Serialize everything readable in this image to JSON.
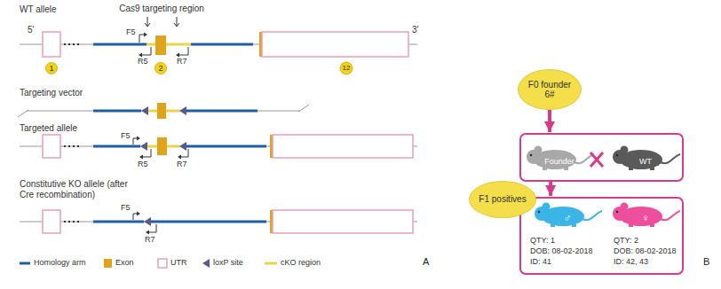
{
  "diagram": {
    "nodes": [
      {
        "text": [
          "F0 founder",
          "6#"
        ]
      },
      {
        "text": [
          "Founder",
          "WT"
        ]
      },
      {
        "text": [
          "F1 positives"
        ]
      },
      {
        "text": [
          "♂",
          "♀",
          "QTY: 1",
          "DOB: 08-02-2018",
          "ID: 41",
          "QTY: 2",
          "DOB: 08-02-2018",
          "ID: 42, 43"
        ]
      }
    ],
    "edges": [
      {
        "from": 0,
        "to": 1,
        "arrow": "to"
      },
      {
        "from": 1,
        "to": 3,
        "arrow": "to"
      }
    ],
    "labels": [
      "WT allele",
      "Cas9 targeting region",
      "5′",
      "3′",
      "F5",
      "R5",
      "R7",
      "1",
      "2",
      "12",
      "Targeting vector",
      "Targeted allele",
      "F5",
      "R5",
      "R7",
      "Constitutive KO allele (after Cre recombination)",
      "F5",
      "R7",
      "A",
      "B"
    ],
    "legend": [
      {
        "text": "Homology arm"
      },
      {
        "text": "Exon",
        "color": "#e0a31c"
      },
      {
        "text": "UTR"
      },
      {
        "text": "loxP site"
      },
      {
        "text": "cKO region"
      }
    ]
  }
}
